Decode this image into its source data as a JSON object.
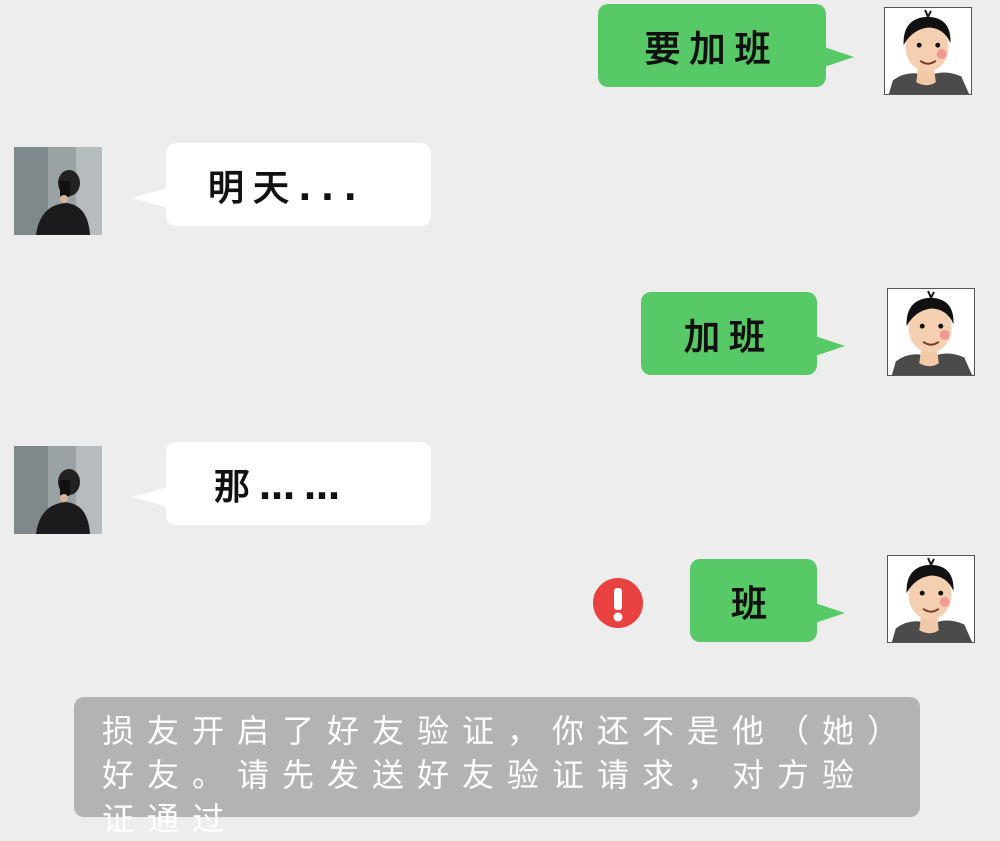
{
  "chat": {
    "messages": [
      {
        "sender": "me",
        "text": "要加班"
      },
      {
        "sender": "friend",
        "text": "明天..."
      },
      {
        "sender": "me",
        "text": "加班"
      },
      {
        "sender": "friend",
        "text": "那……"
      },
      {
        "sender": "me",
        "text": "班",
        "status": "failed"
      }
    ],
    "system_notice": "损友开启了好友验证，你还不是他（她）好友。请先发送好友验证请求，对方验证通过"
  },
  "colors": {
    "background": "#ededed",
    "sent_bubble": "#57c966",
    "received_bubble": "#ffffff",
    "error_badge": "#e94040",
    "notice_background": "#b3b3b3"
  },
  "icons": {
    "failed_status": "exclamation-icon",
    "self_avatar": "cartoon-man-avatar",
    "friend_avatar": "selfie-photo-avatar"
  }
}
